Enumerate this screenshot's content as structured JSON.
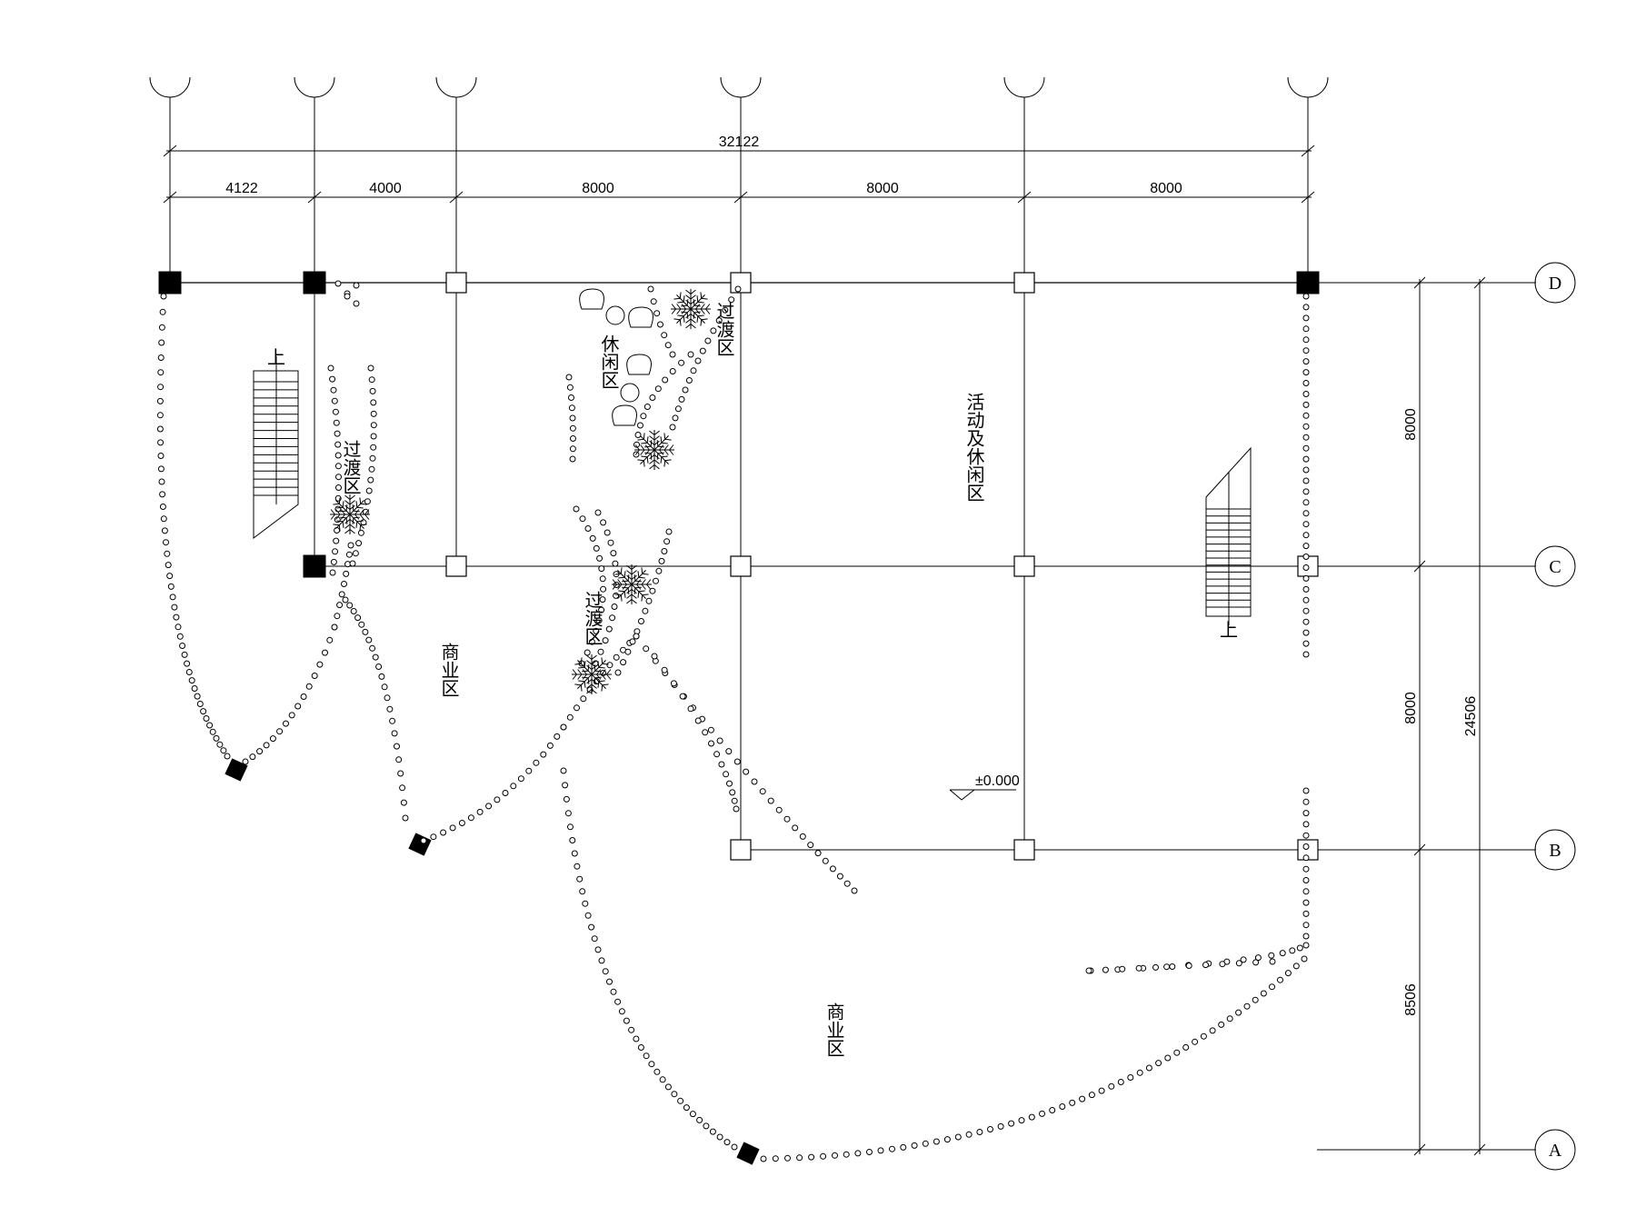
{
  "dimensions": {
    "total_horizontal": "32122",
    "spans_horizontal": [
      "4122",
      "4000",
      "8000",
      "8000",
      "8000"
    ],
    "spans_vertical": [
      "8000",
      "8000",
      "8506"
    ],
    "total_vertical": "24506"
  },
  "axis_labels": [
    "D",
    "C",
    "B",
    "A"
  ],
  "zones": [
    {
      "id": "transition-1",
      "text": "过渡区"
    },
    {
      "id": "leisure",
      "text": "休闲区"
    },
    {
      "id": "transition-2",
      "text": "过渡区"
    },
    {
      "id": "activity",
      "text": "活动及休闲区"
    },
    {
      "id": "transition-3",
      "text": "过渡区"
    },
    {
      "id": "commercial-1",
      "text": "商业区"
    },
    {
      "id": "commercial-2",
      "text": "商业区"
    }
  ],
  "stair_up_label": "上",
  "elevation_label": "±0.000"
}
